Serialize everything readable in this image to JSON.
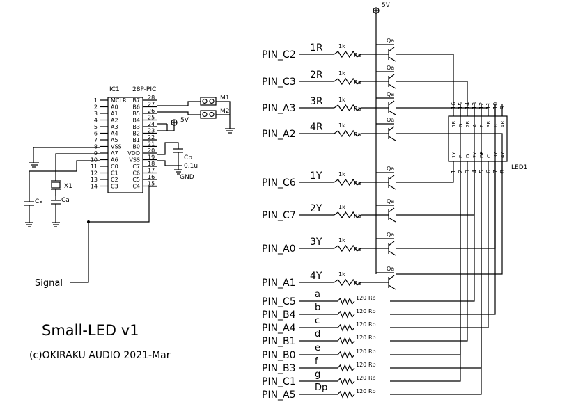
{
  "title": "Small-LED v1",
  "copyright": "(c)OKIRAKU AUDIO 2021-Mar",
  "power": {
    "top_5v": "5V",
    "mid_5v": "5V",
    "gnd": "GND"
  },
  "ic": {
    "ref": "IC1",
    "type": "28P-PIC",
    "pins_left": [
      {
        "num": "1",
        "name": "MCLR"
      },
      {
        "num": "2",
        "name": "A0"
      },
      {
        "num": "3",
        "name": "A1"
      },
      {
        "num": "4",
        "name": "A2"
      },
      {
        "num": "5",
        "name": "A3"
      },
      {
        "num": "6",
        "name": "A4"
      },
      {
        "num": "7",
        "name": "A5"
      },
      {
        "num": "8",
        "name": "VSS"
      },
      {
        "num": "9",
        "name": "A7"
      },
      {
        "num": "10",
        "name": "A6"
      },
      {
        "num": "11",
        "name": "C0"
      },
      {
        "num": "12",
        "name": "C1"
      },
      {
        "num": "13",
        "name": "C2"
      },
      {
        "num": "14",
        "name": "C3"
      }
    ],
    "pins_right": [
      {
        "num": "28",
        "name": "B7"
      },
      {
        "num": "27",
        "name": "B6"
      },
      {
        "num": "26",
        "name": "B5"
      },
      {
        "num": "25",
        "name": "B4"
      },
      {
        "num": "24",
        "name": "B3"
      },
      {
        "num": "23",
        "name": "B2"
      },
      {
        "num": "22",
        "name": "B1"
      },
      {
        "num": "21",
        "name": "B0"
      },
      {
        "num": "20",
        "name": "VDD"
      },
      {
        "num": "19",
        "name": "VSS"
      },
      {
        "num": "18",
        "name": "C7"
      },
      {
        "num": "17",
        "name": "C6"
      },
      {
        "num": "16",
        "name": "C5"
      },
      {
        "num": "15",
        "name": "C4"
      }
    ]
  },
  "parts": {
    "m1": "M1",
    "m2": "M2",
    "cp_name": "Cp",
    "cp_value": "0.1u",
    "x1": "X1",
    "ca": "Ca",
    "signal": "Signal",
    "led": "LED1"
  },
  "digits": [
    {
      "pin": "PIN_C2",
      "label": "1R"
    },
    {
      "pin": "PIN_C3",
      "label": "2R"
    },
    {
      "pin": "PIN_A3",
      "label": "3R"
    },
    {
      "pin": "PIN_A2",
      "label": "4R"
    },
    {
      "pin": "PIN_C6",
      "label": "1Y"
    },
    {
      "pin": "PIN_C7",
      "label": "2Y"
    },
    {
      "pin": "PIN_A0",
      "label": "3Y"
    },
    {
      "pin": "PIN_A1",
      "label": "4Y"
    }
  ],
  "segments": [
    {
      "pin": "PIN_C5",
      "label": "a"
    },
    {
      "pin": "PIN_B4",
      "label": "b"
    },
    {
      "pin": "PIN_A4",
      "label": "c"
    },
    {
      "pin": "PIN_B1",
      "label": "d"
    },
    {
      "pin": "PIN_B0",
      "label": "e"
    },
    {
      "pin": "PIN_B3",
      "label": "f"
    },
    {
      "pin": "PIN_C1",
      "label": "g"
    },
    {
      "pin": "PIN_A5",
      "label": "Dp"
    }
  ],
  "res_digit": {
    "value": "1k",
    "name": "Ra"
  },
  "res_seg": {
    "value": "120",
    "name": "Rb"
  },
  "transistor": "Qa",
  "led_top": [
    {
      "num": "16",
      "name": "1R"
    },
    {
      "num": "15",
      "name": "G"
    },
    {
      "num": "14",
      "name": "2R"
    },
    {
      "num": "13",
      "name": "A"
    },
    {
      "num": "12",
      "name": "F"
    },
    {
      "num": "11",
      "name": "3R"
    },
    {
      "num": "10",
      "name": "B"
    },
    {
      "num": "9",
      "name": "4R"
    }
  ],
  "led_bottom": [
    {
      "num": "1",
      "name": "1Y"
    },
    {
      "num": "2",
      "name": "E"
    },
    {
      "num": "3",
      "name": "D"
    },
    {
      "num": "4",
      "name": "2Y"
    },
    {
      "num": "5",
      "name": "DP"
    },
    {
      "num": "6",
      "name": "C"
    },
    {
      "num": "7",
      "name": "3Y"
    },
    {
      "num": "8",
      "name": "4Y"
    }
  ]
}
